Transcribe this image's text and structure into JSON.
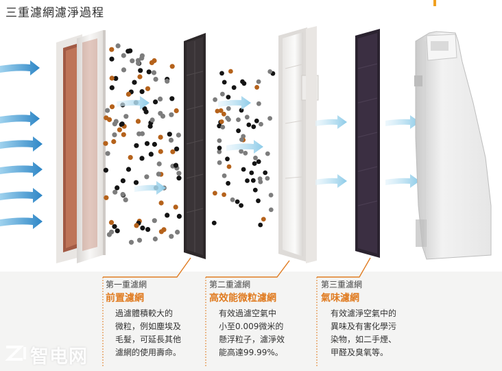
{
  "title": "三重濾網濾淨過程",
  "colors": {
    "accent": "#e07c22",
    "arrow_strong": "#2f8bc9",
    "arrow_light": "#8fcbe6",
    "filter_dark": "#2f2a2c",
    "hepa_dark": "#2e2632",
    "frame_white": "#f3f1ef",
    "particle_brown": "#b5621b",
    "particle_gray": "#7d7d7d",
    "particle_black": "#141414",
    "panel_bg": "#f4f4f3"
  },
  "filters": [
    {
      "stage": "第一重濾網",
      "name": "前置濾網",
      "desc": [
        "過濾體積較大的",
        "微粒，例如塵埃及",
        "毛髮，可延長其他",
        "濾網的使用壽命。"
      ]
    },
    {
      "stage": "第二重濾網",
      "name": "高效能微粒濾網",
      "desc": [
        "有效過濾空氣中",
        "小至0.009微米的",
        "懸浮粒子，濾淨效",
        "能高達99.99%。"
      ]
    },
    {
      "stage": "第三重濾網",
      "name": "氣味濾網",
      "desc": [
        "有效濾淨空氣中的",
        "異味及有害化學污",
        "染物，如二手煙、",
        "甲醛及臭氧等。"
      ]
    }
  ],
  "watermark": "智电网"
}
